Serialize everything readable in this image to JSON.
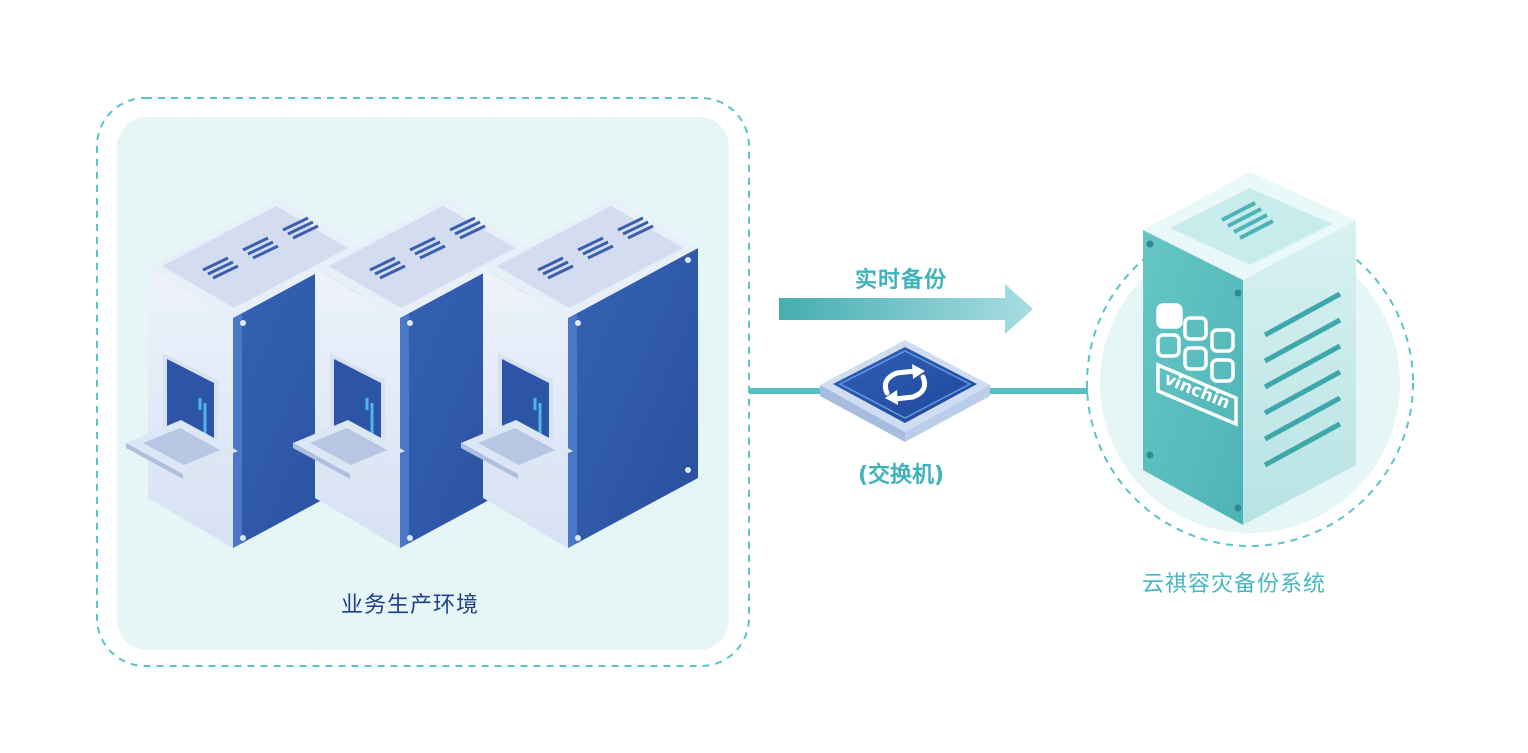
{
  "production": {
    "label": "业务生产环境",
    "server_count": 3
  },
  "transfer": {
    "arrow_label": "实时备份",
    "switch_label": "(交换机)"
  },
  "backup": {
    "label": "云祺容灾备份系统",
    "logo_text": "vinchin"
  },
  "colors": {
    "zone_fill": "#e6f5f6",
    "zone_border": "#5bc3cc",
    "server_dark": "#2e57a8",
    "server_light": "#dfe8f7",
    "teal": "#3fb3bc",
    "backup_server": "#5cbfc2"
  }
}
